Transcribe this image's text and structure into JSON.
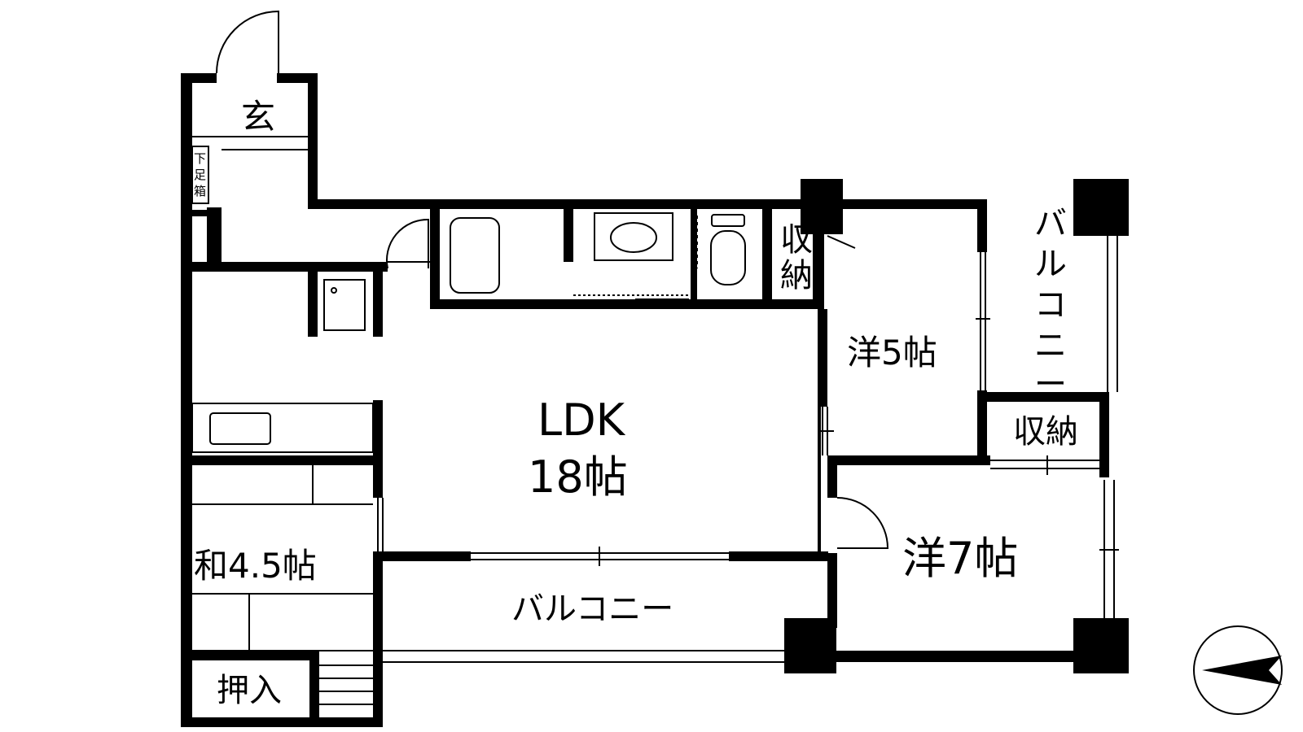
{
  "floor_plan": {
    "rooms": {
      "entrance": "玄",
      "shoe_box_1": "下",
      "shoe_box_2": "足",
      "shoe_box_3": "箱",
      "storage_right_1": "収",
      "storage_right_2": "納",
      "ldk_name": "LDK",
      "ldk_size": "18帖",
      "western_5": "洋5帖",
      "western_7": "洋7帖",
      "japanese": "和4.5帖",
      "closet": "押入",
      "storage_small": "収納",
      "balcony_south": "バルコニー",
      "balcony_east_1": "バ",
      "balcony_east_2": "ル",
      "balcony_east_3": "コ",
      "balcony_east_4": "ニ",
      "balcony_east_5": "ー"
    },
    "compass": {
      "icon": "north-arrow-icon"
    },
    "colors": {
      "wall": "#000000",
      "background": "#ffffff",
      "fixture": "#555555"
    }
  }
}
